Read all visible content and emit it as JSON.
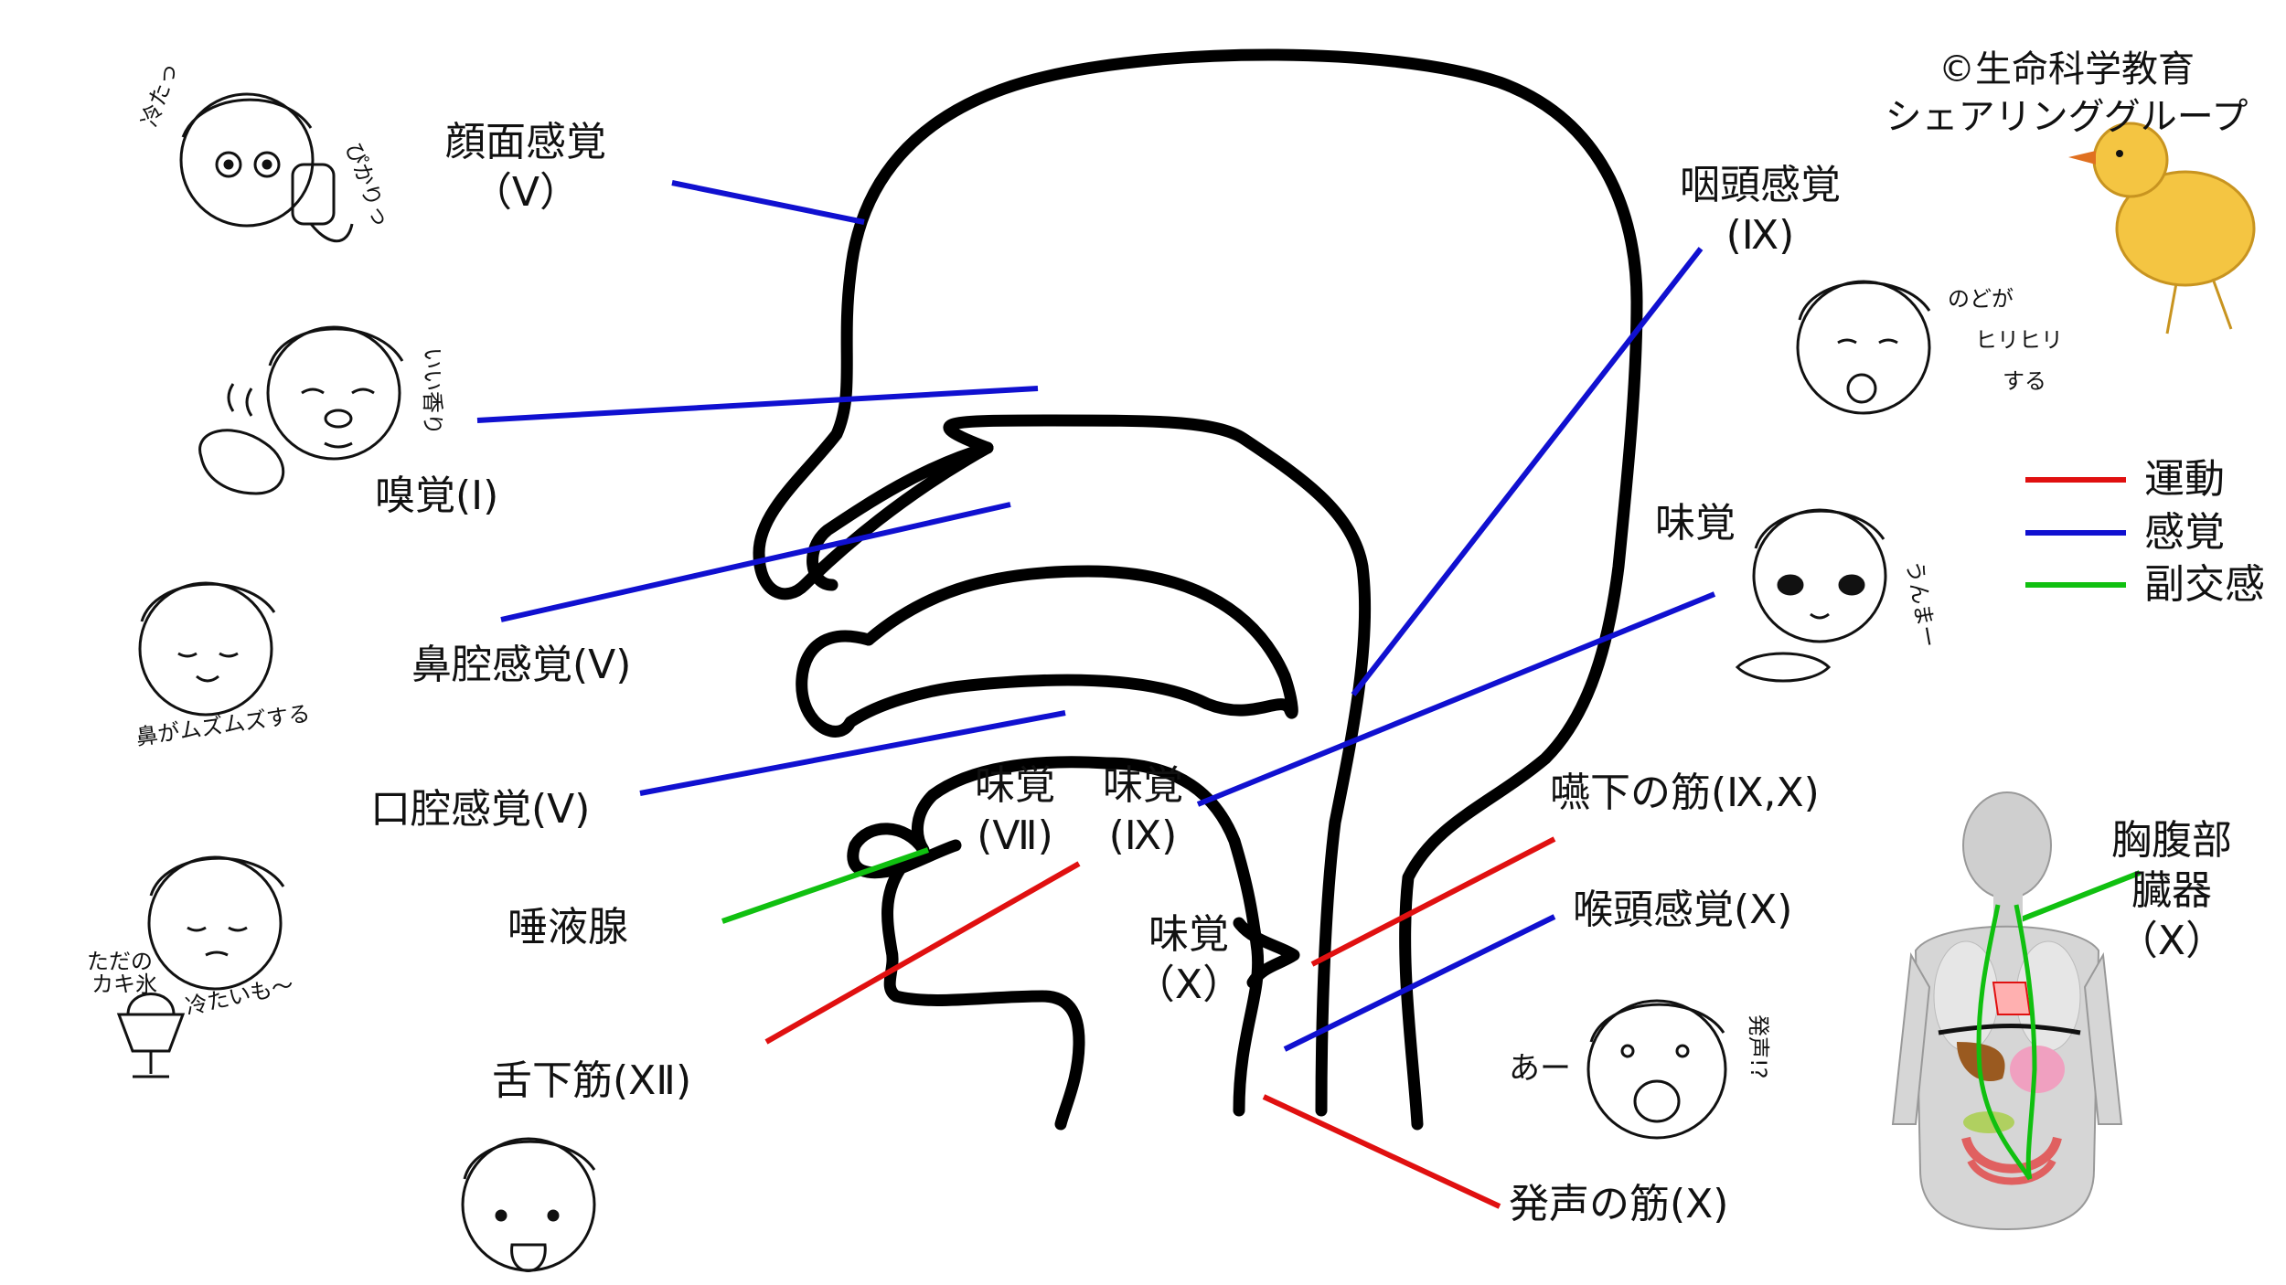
{
  "copyright": {
    "line1": "©生命科学教育",
    "line2": "シェアリンググループ"
  },
  "legend": [
    {
      "label": "運動",
      "color": "#e01010"
    },
    {
      "label": "感覚",
      "color": "#1010d0"
    },
    {
      "label": "副交感",
      "color": "#10c010"
    }
  ],
  "labels": {
    "face_sensation": {
      "name": "顔面感覚",
      "nerve": "（Ⅴ）"
    },
    "smell": "嗅覚(Ⅰ)",
    "nasal_sensation": "鼻腔感覚(Ⅴ)",
    "oral_sensation": "口腔感覚(Ⅴ)",
    "salivary_gland": "唾液腺",
    "hypoglossal_muscle": "舌下筋(ⅩⅡ)",
    "taste_vii": {
      "name": "味覚",
      "nerve": "(Ⅶ)"
    },
    "taste_ix_mid": {
      "name": "味覚",
      "nerve": "(Ⅸ)"
    },
    "taste_x": {
      "name": "味覚",
      "nerve": "（Ⅹ）"
    },
    "pharynx_sensation": {
      "name": "咽頭感覚",
      "nerve": "(Ⅸ)"
    },
    "taste_right": "味覚",
    "swallow_muscle": "嚥下の筋(Ⅸ,Ⅹ)",
    "larynx_sensation": "喉頭感覚(Ⅹ)",
    "phonation_muscle": "発声の筋(Ⅹ)",
    "thoracoabdominal_organs": {
      "line1": "胸腹部",
      "line2": "臓器",
      "nerve": "（Ⅹ）"
    }
  },
  "cartoon_captions": {
    "cold1": "冷たっ",
    "pikari": "ぴかりっ",
    "ii_kaori": "いい香り",
    "nose": "鼻がムズムズする",
    "tadano": "ただの",
    "kakigori": "カキ氷",
    "cold2": "冷たいも〜",
    "throat1": "のどが",
    "throat2": "ヒリヒリ",
    "throat3": "する",
    "umai": "うんまー",
    "aa": "あー",
    "hassei": "発声!?"
  }
}
